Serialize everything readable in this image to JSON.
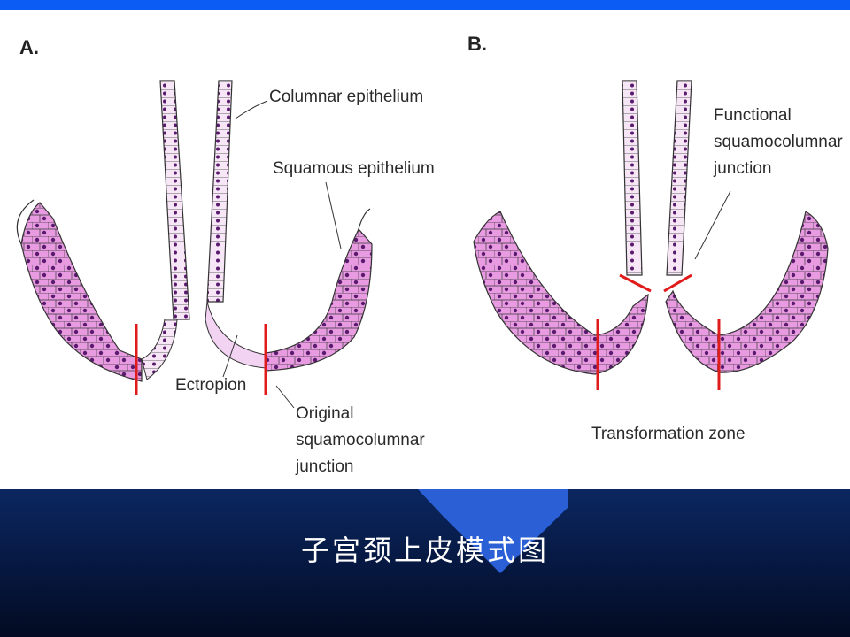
{
  "header": {
    "bar_color": "#0a5cf5"
  },
  "figure": {
    "panel_a": {
      "letter": "A.",
      "labels": {
        "columnar": "Columnar epithelium",
        "squamous": "Squamous epithelium",
        "ectropion": "Ectropion",
        "original_line1": "Original",
        "original_line2": "squamocolumnar",
        "original_line3": "junction"
      }
    },
    "panel_b": {
      "letter": "B.",
      "labels": {
        "functional_line1": "Functional",
        "functional_line2": "squamocolumnar",
        "functional_line3": "junction",
        "transformation": "Transformation zone"
      }
    },
    "colors": {
      "squamous_fill": "#e79fe0",
      "columnar_fill": "#f6e6f6",
      "nucleus": "#5a1a6e",
      "junction_marker": "#e01b1b"
    }
  },
  "footer": {
    "caption": "子宫颈上皮模式图",
    "accent_color": "#2a5fd6"
  }
}
